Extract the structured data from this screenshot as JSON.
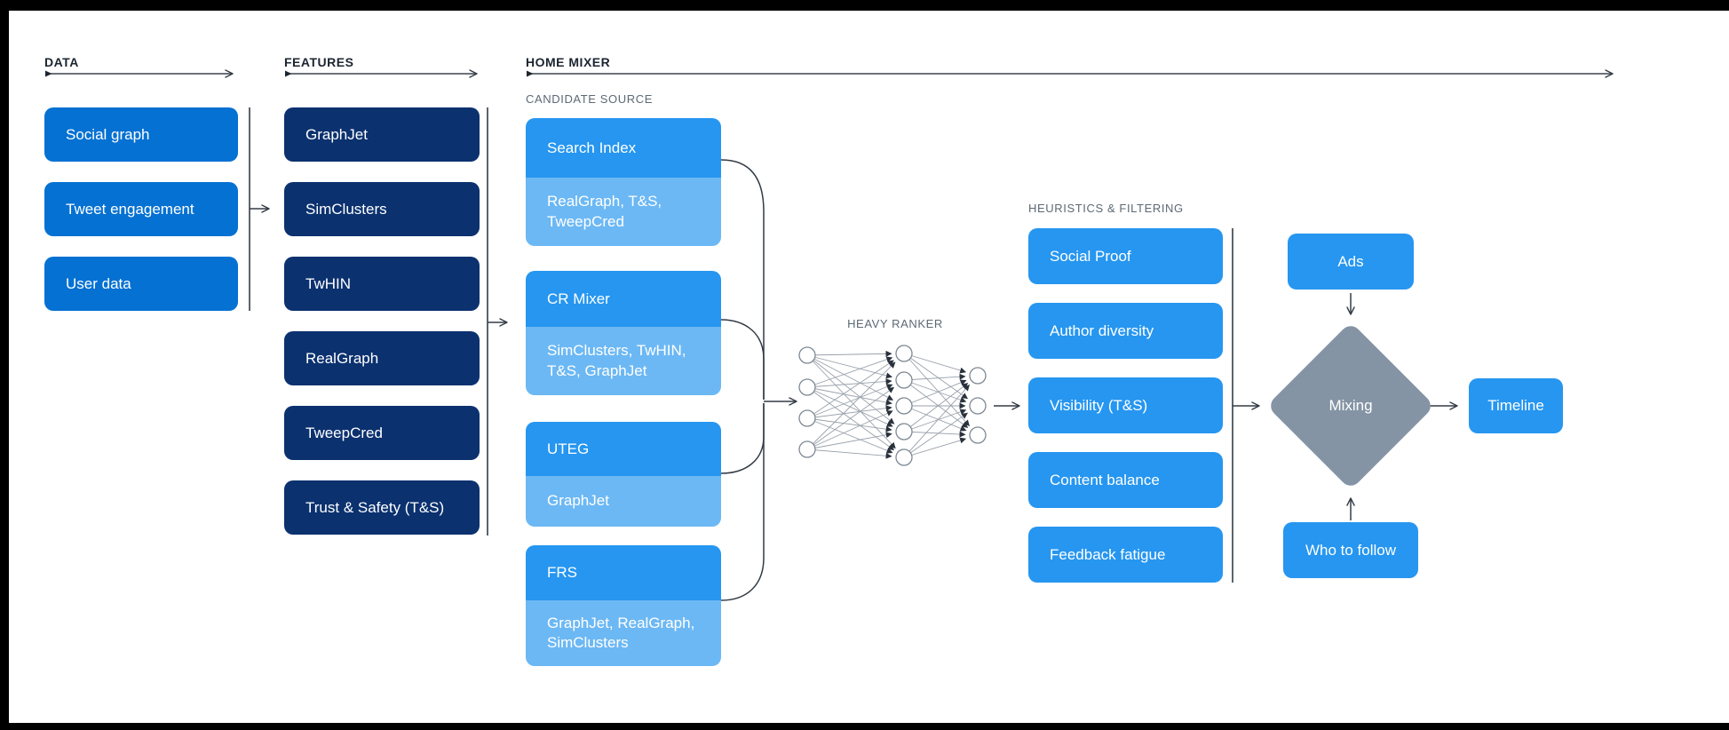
{
  "sections": {
    "data": {
      "label": "DATA",
      "boxes": [
        "Social graph",
        "Tweet engagement",
        "User data"
      ]
    },
    "features": {
      "label": "FEATURES",
      "boxes": [
        "GraphJet",
        "SimClusters",
        "TwHIN",
        "RealGraph",
        "TweepCred",
        "Trust & Safety (T&S)"
      ]
    },
    "home_mixer": {
      "label": "HOME MIXER",
      "candidate_source_label": "CANDIDATE SOURCE",
      "candidate_sources": [
        {
          "name": "Search Index",
          "uses": "RealGraph, T&S, TweepCred"
        },
        {
          "name": "CR Mixer",
          "uses": "SimClusters, TwHIN, T&S, GraphJet"
        },
        {
          "name": "UTEG",
          "uses": "GraphJet"
        },
        {
          "name": "FRS",
          "uses": "GraphJet, RealGraph, SimClusters"
        }
      ],
      "heavy_ranker_label": "HEAVY RANKER",
      "heuristics_label": "HEURISTICS & FILTERING",
      "heuristics": [
        "Social Proof",
        "Author diversity",
        "Visibility (T&S)",
        "Content balance",
        "Feedback fatigue"
      ],
      "mixing": {
        "ads": "Ads",
        "mixing": "Mixing",
        "who_to_follow": "Who to follow",
        "timeline": "Timeline"
      }
    }
  },
  "colors": {
    "data_box": "#0571d2",
    "feature_box": "#0b316f",
    "primary_blue": "#2696f0",
    "light_blue": "#6cb8f4",
    "diamond_gray": "#8494a5",
    "header_text": "#1b2530",
    "section_label": "#5d6974",
    "background": "#ffffff",
    "frame": "#000000"
  }
}
